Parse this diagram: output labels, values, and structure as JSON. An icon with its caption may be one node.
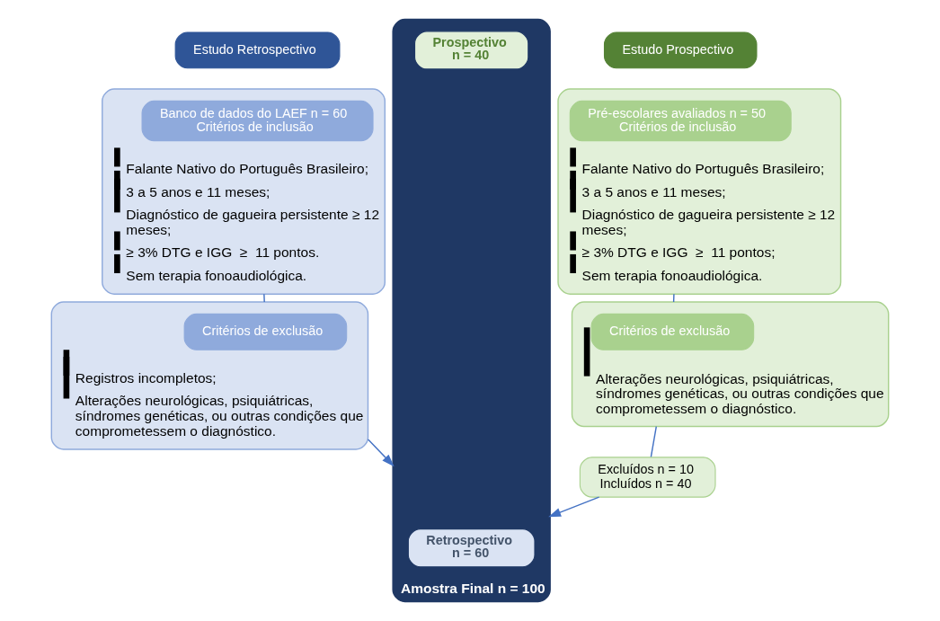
{
  "diagram": {
    "nodes": [
      {
        "text": [
          "Estudo Retrospectivo"
        ]
      },
      {
        "text": [
          "Falante Nativo do Português Brasileiro;",
          "3 a 5 anos e 11 meses;",
          "Diagnóstico de gagueira persistente ≥ 12 meses;",
          "≥ 3% DTG e IGG  ≥  11 pontos.",
          "Sem terapia fonoaudiológica."
        ]
      },
      {
        "text": [
          "Banco de dados do LAEF n = 60",
          "Critérios de inclusão"
        ],
        "in": 1
      },
      {
        "text": [
          "Registros incompletos;",
          "Alterações neurológicas, psiquiátricas, síndromes genéticas, ou outras condições que comprometessem o diagnóstico."
        ]
      },
      {
        "text": [
          "Critérios de exclusão"
        ],
        "in": 3
      },
      {
        "text": [
          "Estudo Prospectivo"
        ]
      },
      {
        "text": [
          "Falante Nativo do Português Brasileiro;",
          "3 a 5 anos e 11 meses;",
          "Diagnóstico de gagueira persistente ≥ 12 meses;",
          "≥ 3% DTG e IGG  ≥  11 pontos;",
          "Sem terapia fonoaudiológica."
        ]
      },
      {
        "text": [
          "Pré-escolares avaliados n = 50",
          "Critérios de inclusão"
        ],
        "in": 6
      },
      {
        "text": [
          "Alterações neurológicas, psiquiátricas, síndromes genéticas, ou outras condições que comprometessem o diagnóstico."
        ]
      },
      {
        "text": [
          "Critérios de exclusão"
        ],
        "in": 8
      },
      {
        "text": [
          "Excluídos n = 10",
          "Incluídos n = 40"
        ]
      },
      {
        "text": [
          "Amostra Final n = 100"
        ]
      },
      {
        "text": [
          "Retrospectivo",
          "n = 60"
        ],
        "in": 11
      },
      {
        "text": [
          "Prospectivo",
          "n = 40"
        ],
        "in": 11
      }
    ],
    "edges": [
      {
        "from": 1,
        "to": 3,
        "arrow": "none"
      },
      {
        "from": 3,
        "to": 11,
        "arrow": "to"
      },
      {
        "from": 6,
        "to": 8,
        "arrow": "none"
      },
      {
        "from": 8,
        "to": 10,
        "arrow": "none"
      },
      {
        "from": 10,
        "to": 11,
        "arrow": "to"
      }
    ]
  }
}
